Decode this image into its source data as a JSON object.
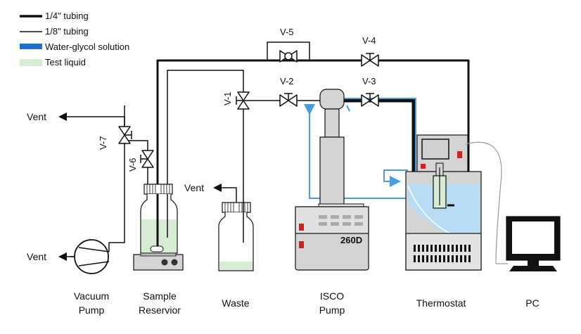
{
  "legend": {
    "items": [
      {
        "label": "1/4\" tubing",
        "swatch": "thick-black-line"
      },
      {
        "label": "1/8\" tubing",
        "swatch": "thin-black-line"
      },
      {
        "label": "Water-glycol solution",
        "swatch": "blue-bar"
      },
      {
        "label": "Test liquid",
        "swatch": "pale-green-bar"
      }
    ]
  },
  "valves": {
    "v1": "V-1",
    "v2": "V-2",
    "v3": "V-3",
    "v4": "V-4",
    "v5": "V-5",
    "v6": "V-6",
    "v7": "V-7"
  },
  "vents": {
    "top_left": "Vent",
    "bottom_left": "Vent",
    "waste": "Vent"
  },
  "pump_model": "260D",
  "components": {
    "vacuum_pump": [
      "Vacuum",
      "Pump"
    ],
    "sample_reservoir": [
      "Sample",
      "Reservior"
    ],
    "waste": "Waste",
    "isco_pump": [
      "ISCO",
      "Pump"
    ],
    "thermostat": "Thermostat",
    "pc": "PC"
  },
  "colors": {
    "tubing": "#111111",
    "water_glycol": "#1f6fcf",
    "water_glycol_light": "#4a9be0",
    "bath_fill": "#b9dcf5",
    "test_liquid": "#d7ebd5",
    "device_gray": "#d4d4d4",
    "red_indicator": "#cc2222"
  }
}
